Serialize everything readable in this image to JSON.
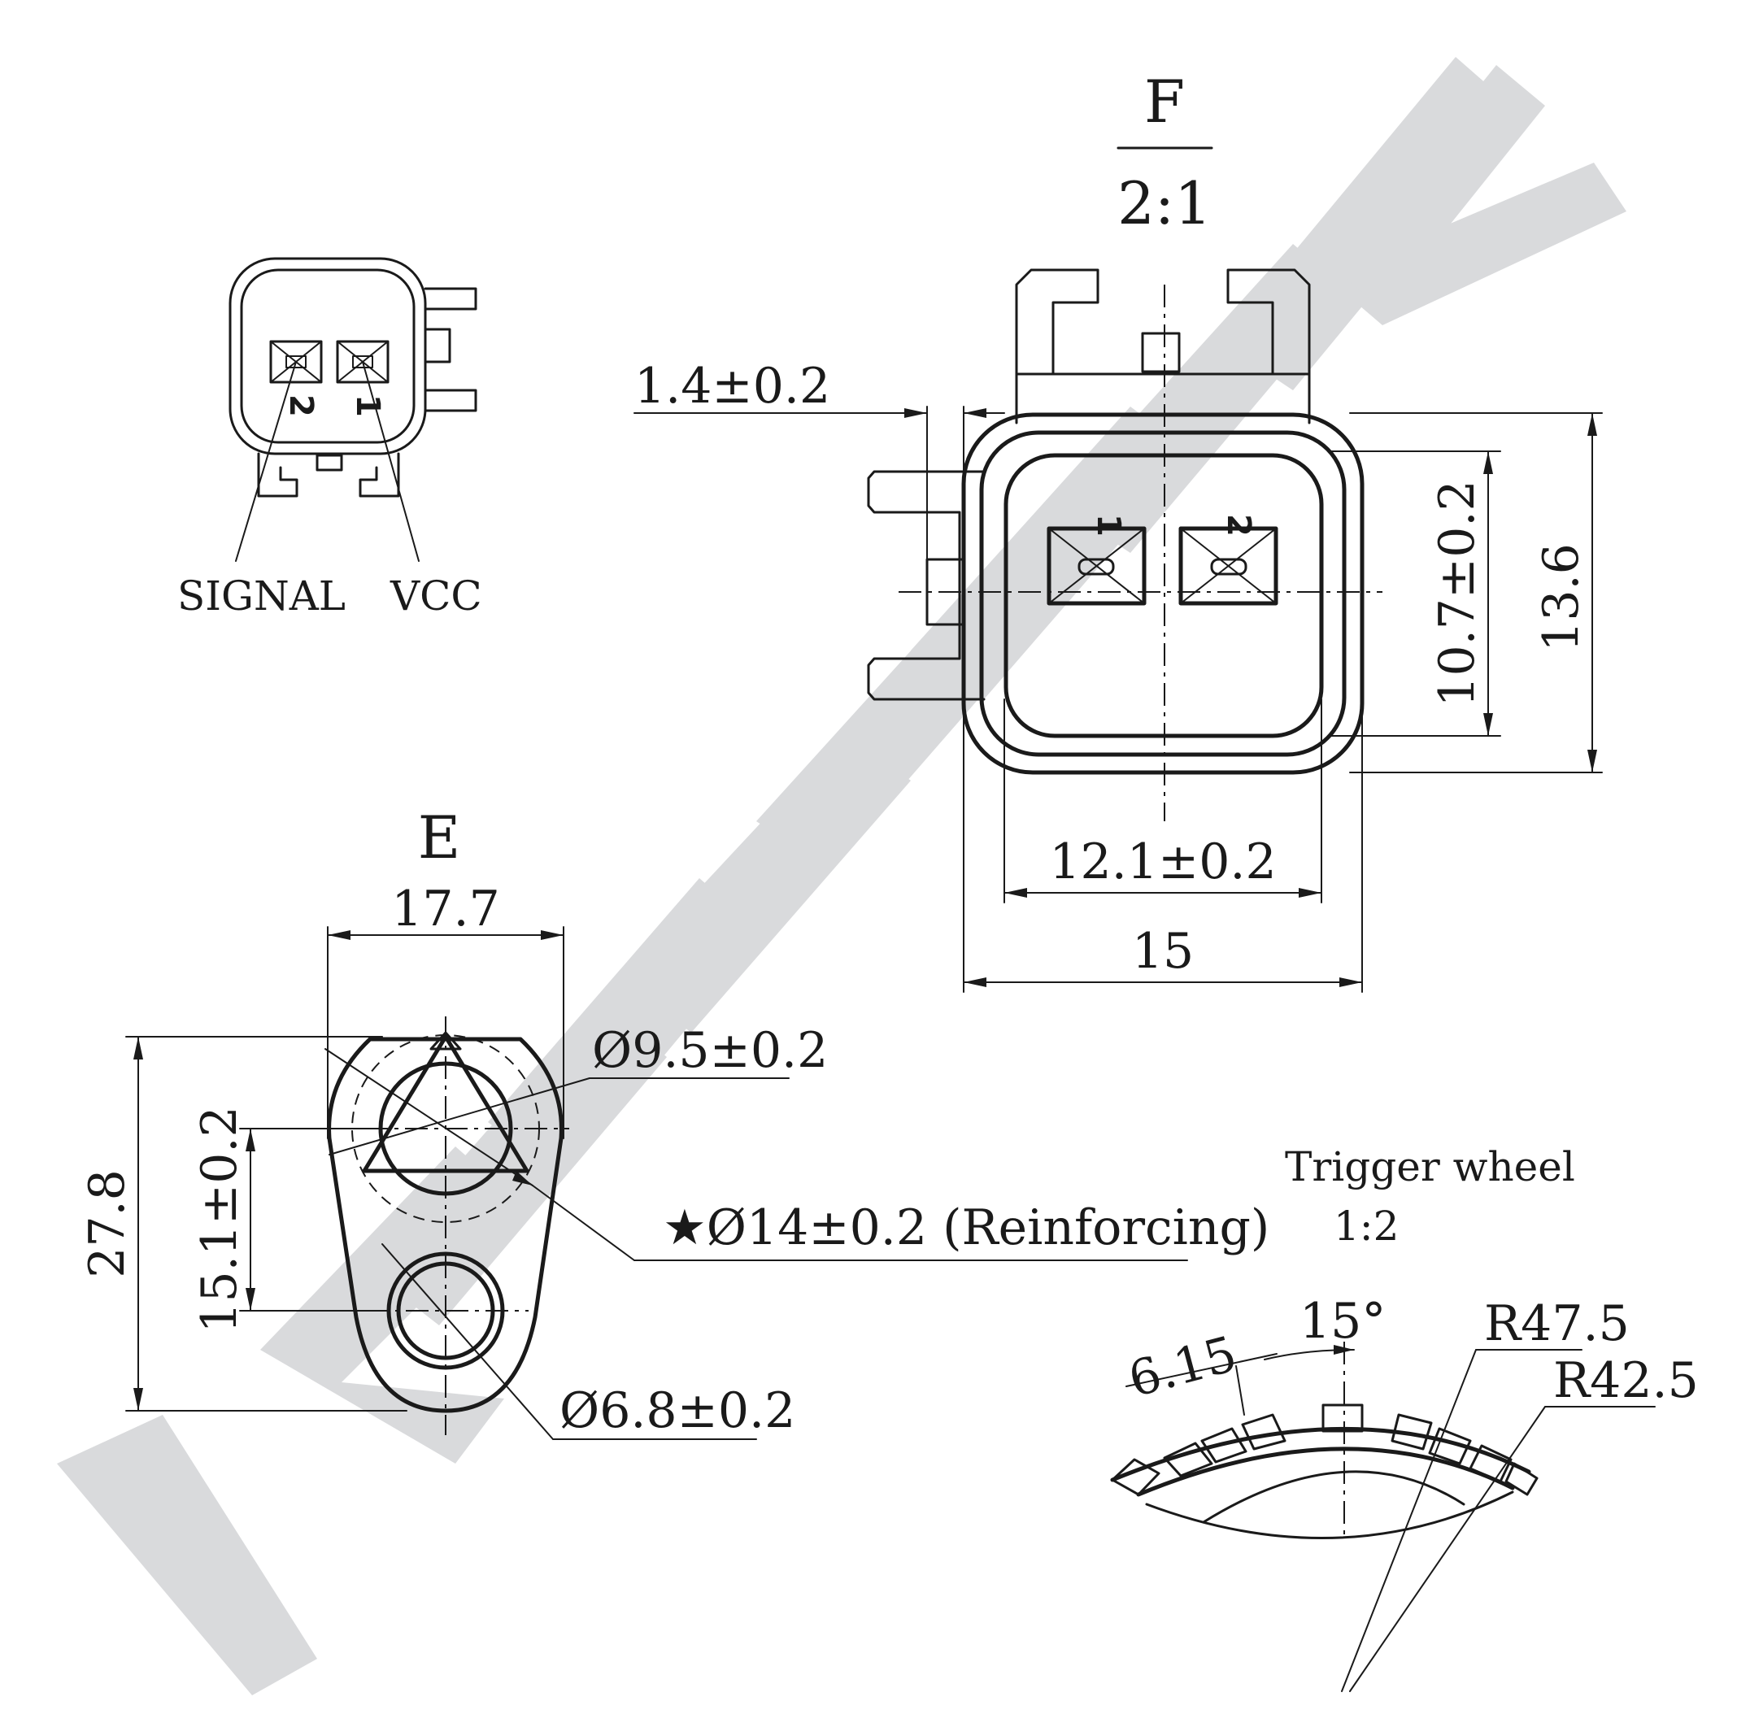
{
  "views": {
    "pinout": {
      "signal_label": "SIGNAL",
      "vcc_label": "VCC"
    },
    "view_f": {
      "title": "F",
      "scale": "2:1",
      "pin1": "1",
      "pin2": "2",
      "dim_lip": "1.4±0.2",
      "dim_inner_height": "10.7±0.2",
      "dim_outer_height": "13.6",
      "dim_inner_width": "12.1±0.2",
      "dim_outer_width": "15"
    },
    "view_e": {
      "title": "E",
      "dim_width": "17.7",
      "dim_height": "27.8",
      "dim_hole_spacing": "15.1±0.2",
      "dim_sensor_dia": "Ø9.5±0.2",
      "dim_reinforcing": "★Ø14±0.2 (Reinforcing)",
      "dim_mount_hole": "Ø6.8±0.2"
    },
    "trigger_wheel": {
      "title": "Trigger wheel",
      "scale": "1:2",
      "dim_tooth": "6.15",
      "dim_angle": "15°",
      "dim_outer_radius": "R47.5",
      "dim_inner_radius": "R42.5"
    }
  },
  "watermark": {
    "color": "#d9dadc"
  }
}
